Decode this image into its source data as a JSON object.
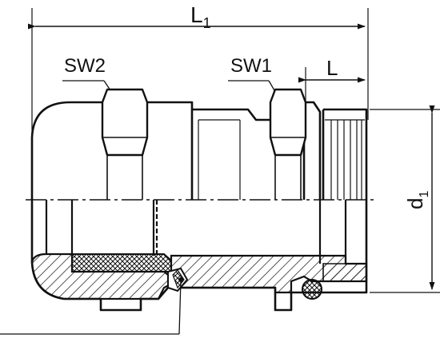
{
  "labels": {
    "overall_length": "L",
    "overall_length_sub": "1",
    "thread_length": "L",
    "wrench_body": "SW2",
    "wrench_entry": "SW1",
    "thread_diameter": "d",
    "thread_diameter_sub": "1"
  },
  "colors": {
    "line": "#111111",
    "background": "#ffffff"
  }
}
